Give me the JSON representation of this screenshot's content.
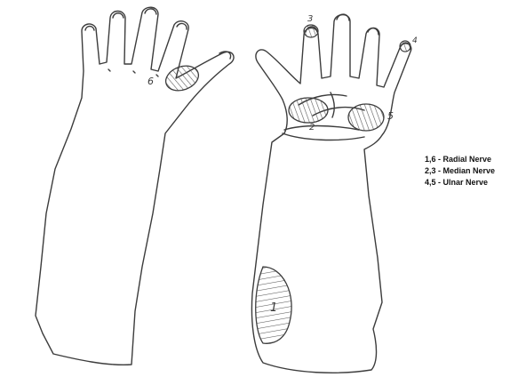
{
  "figure": {
    "left_hand_labels": {
      "radial": "6"
    },
    "right_hand_labels": {
      "median_finger": "3",
      "ulnar_finger": "4",
      "median_palm": "2",
      "ulnar_palm": "5",
      "radial_forearm": "1"
    }
  },
  "legend": {
    "items": [
      {
        "text": "1,6 - Radial Nerve"
      },
      {
        "text": "2,3 - Median Nerve"
      },
      {
        "text": "4,5 - Ulnar Nerve"
      }
    ]
  },
  "colors": {
    "line": "#3c3c3c",
    "hatch": "#5a5a5a",
    "background": "#ffffff"
  }
}
